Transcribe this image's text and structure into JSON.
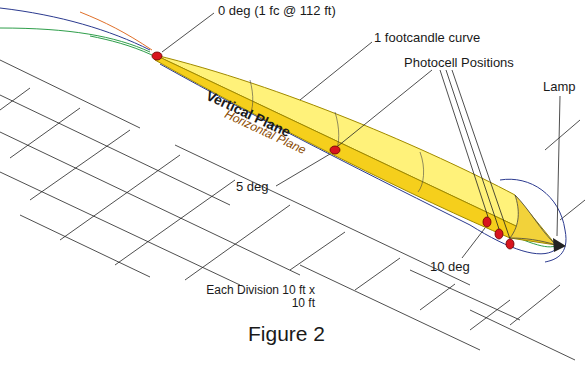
{
  "diagram": {
    "caption": "Figure 2",
    "labels": [
      "0 deg (1 fc @ 112 ft)",
      "1 footcandle curve",
      "Photocell Positions",
      "Lamp",
      "Vertical Plane",
      "Horizontal Plane",
      "5 deg",
      "10 deg",
      "Each Division 10 ft x 10 ft"
    ]
  }
}
